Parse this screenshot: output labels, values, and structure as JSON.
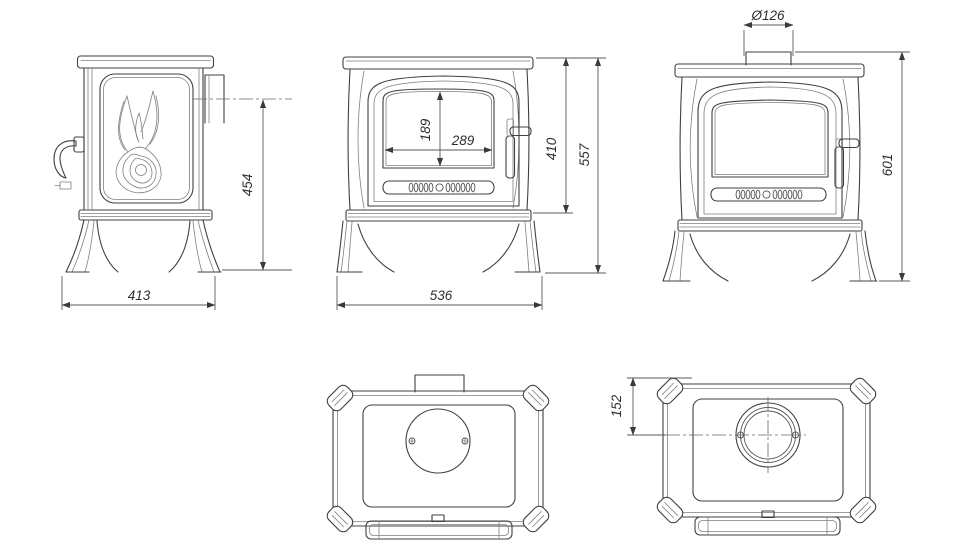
{
  "drawing": {
    "background": "#ffffff",
    "line_color": "#404040",
    "dim_line_color": "#5a5a5a",
    "dim_text_color": "#2e2e2e",
    "views": {
      "side": {
        "overall_width": "413",
        "flue_center_height": "454"
      },
      "front": {
        "glass_height": "189",
        "glass_width": "289",
        "body_height": "410",
        "overall_height": "557",
        "overall_width": "536"
      },
      "front_top_flue": {
        "flue_diameter": "Ø126",
        "overall_height": "601"
      },
      "top_closed": {},
      "top_open": {
        "flue_center_offset": "152"
      }
    }
  }
}
